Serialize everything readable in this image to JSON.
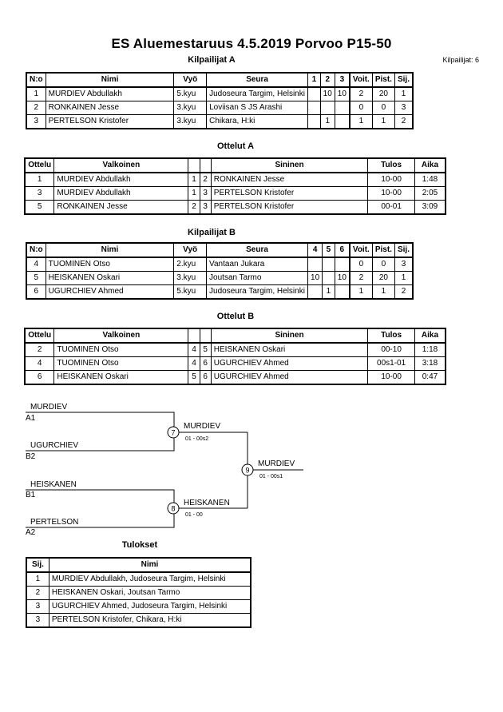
{
  "title": "ES Aluemestaruus  4.5.2019  Porvoo    P15-50",
  "participants_count": "Kilpailijat: 6",
  "pool_a": {
    "title": "Kilpailijat A",
    "headers": [
      "N:o",
      "Nimi",
      "Vyö",
      "Seura",
      "1",
      "2",
      "3",
      "Voit.",
      "Pist.",
      "Sij."
    ],
    "rows": [
      [
        "1",
        "MURDIEV Abdullakh",
        "5.kyu",
        "Judoseura Targim, Helsinki",
        "",
        "10",
        "10",
        "2",
        "20",
        "1"
      ],
      [
        "2",
        "RONKAINEN Jesse",
        "3.kyu",
        "Loviisan S JS Arashi",
        "",
        "",
        "",
        "0",
        "0",
        "3"
      ],
      [
        "3",
        "PERTELSON Kristofer",
        "3.kyu",
        "Chikara, H:ki",
        "",
        "1",
        "",
        "1",
        "1",
        "2"
      ]
    ]
  },
  "matches_a": {
    "title": "Ottelut A",
    "headers": [
      "Ottelu",
      "Valkoinen",
      "",
      "",
      "Sininen",
      "Tulos",
      "Aika"
    ],
    "rows": [
      [
        "1",
        "MURDIEV Abdullakh",
        "1",
        "2",
        "RONKAINEN Jesse",
        "10-00",
        "1:48"
      ],
      [
        "3",
        "MURDIEV Abdullakh",
        "1",
        "3",
        "PERTELSON Kristofer",
        "10-00",
        "2:05"
      ],
      [
        "5",
        "RONKAINEN Jesse",
        "2",
        "3",
        "PERTELSON Kristofer",
        "00-01",
        "3:09"
      ]
    ]
  },
  "pool_b": {
    "title": "Kilpailijat B",
    "headers": [
      "N:o",
      "Nimi",
      "Vyö",
      "Seura",
      "4",
      "5",
      "6",
      "Voit.",
      "Pist.",
      "Sij."
    ],
    "rows": [
      [
        "4",
        "TUOMINEN Otso",
        "2.kyu",
        "Vantaan Jukara",
        "",
        "",
        "",
        "0",
        "0",
        "3"
      ],
      [
        "5",
        "HEISKANEN Oskari",
        "3.kyu",
        "Joutsan Tarmo",
        "10",
        "",
        "10",
        "2",
        "20",
        "1"
      ],
      [
        "6",
        "UGURCHIEV Ahmed",
        "5.kyu",
        "Judoseura Targim, Helsinki",
        "",
        "1",
        "",
        "1",
        "1",
        "2"
      ]
    ]
  },
  "matches_b": {
    "title": "Ottelut B",
    "headers": [
      "Ottelu",
      "Valkoinen",
      "",
      "",
      "Sininen",
      "Tulos",
      "Aika"
    ],
    "rows": [
      [
        "2",
        "TUOMINEN Otso",
        "4",
        "5",
        "HEISKANEN Oskari",
        "00-10",
        "1:18"
      ],
      [
        "4",
        "TUOMINEN Otso",
        "4",
        "6",
        "UGURCHIEV Ahmed",
        "00s1-01",
        "3:18"
      ],
      [
        "6",
        "HEISKANEN Oskari",
        "5",
        "6",
        "UGURCHIEV Ahmed",
        "10-00",
        "0:47"
      ]
    ]
  },
  "bracket": {
    "top1_name": "MURDIEV",
    "top1_seed": "A1",
    "top2_name": "UGURCHIEV",
    "top2_seed": "B2",
    "bot1_name": "HEISKANEN",
    "bot1_seed": "B1",
    "bot2_name": "PERTELSON",
    "bot2_seed": "A2",
    "m7_no": "7",
    "m7_winner": "MURDIEV",
    "m7_score": "01 - 00s2",
    "m8_no": "8",
    "m8_winner": "HEISKANEN",
    "m8_score": "01 - 00",
    "m9_no": "9",
    "m9_winner": "MURDIEV",
    "m9_score": "01 - 00s1"
  },
  "results": {
    "title": "Tulokset",
    "headers": [
      "Sij.",
      "Nimi"
    ],
    "rows": [
      [
        "1",
        "MURDIEV Abdullakh, Judoseura Targim, Helsinki"
      ],
      [
        "2",
        "HEISKANEN Oskari, Joutsan Tarmo"
      ],
      [
        "3",
        "UGURCHIEV Ahmed, Judoseura Targim, Helsinki"
      ],
      [
        "3",
        "PERTELSON Kristofer, Chikara, H:ki"
      ]
    ]
  }
}
